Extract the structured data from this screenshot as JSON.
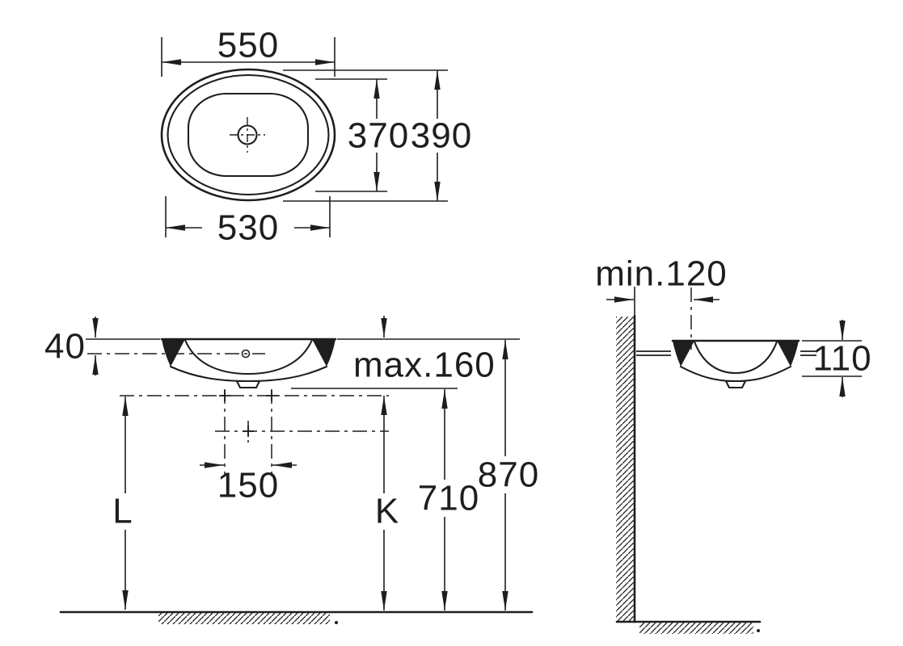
{
  "drawing": {
    "background": "#ffffff",
    "ink_color": "#1e1e1e",
    "plan_view": {
      "width_top": "550",
      "width_bottom": "530",
      "depth_inner": "370",
      "depth_outer": "390"
    },
    "front_view": {
      "rim_height": "40",
      "max_height": "max.160",
      "hole_spacing": "150",
      "dim_l": "L",
      "dim_k": "K",
      "height_mid": "710",
      "height_top": "870"
    },
    "side_view": {
      "min_wall_distance": "min.120",
      "basin_depth": "110"
    }
  }
}
